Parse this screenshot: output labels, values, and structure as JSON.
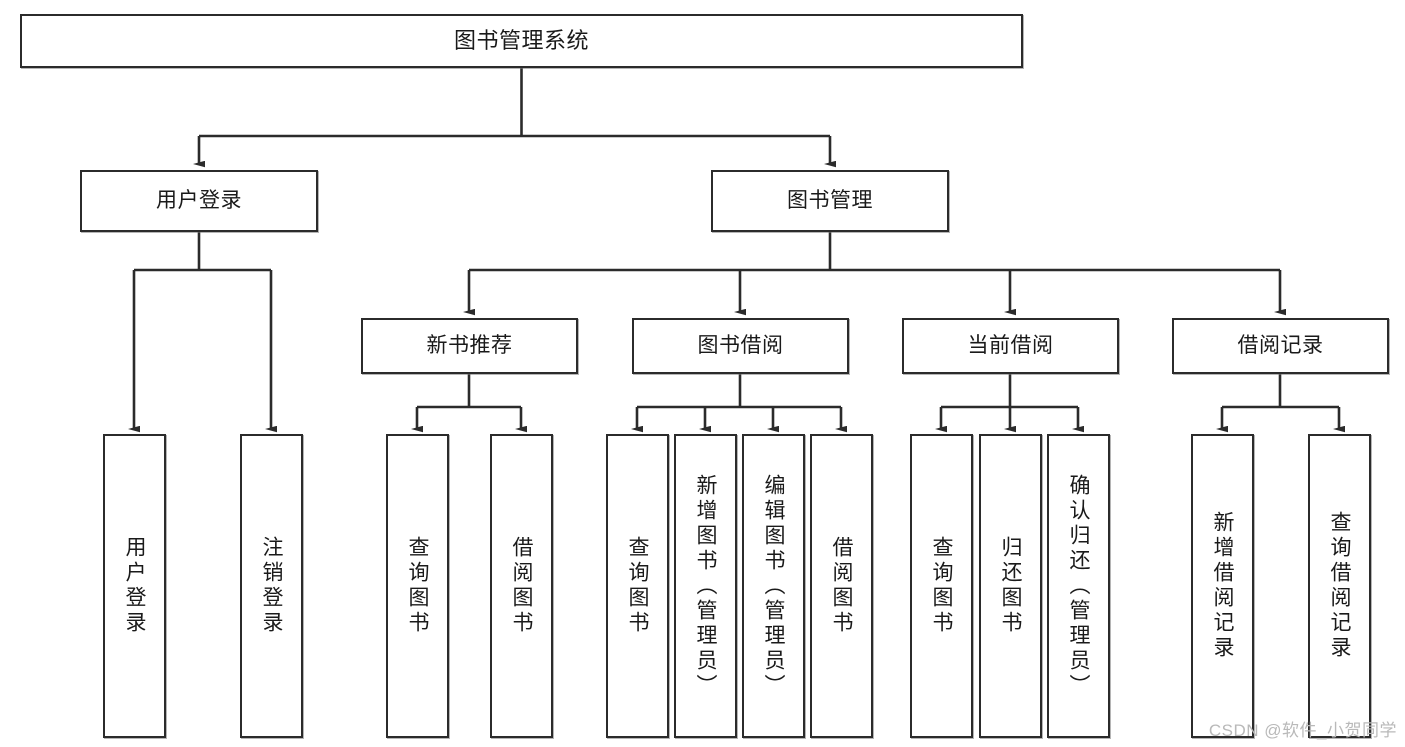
{
  "diagram": {
    "title": "图书管理系统",
    "type": "hierarchy-tree",
    "colors": {
      "box_stroke": "#2b2b2b",
      "box_fill": "#ffffff",
      "connector": "#2b2b2b",
      "text": "#1a1a1a",
      "watermark": "#b9b9b9"
    },
    "root": {
      "label": "图书管理系统"
    },
    "level2": [
      {
        "label": "用户登录"
      },
      {
        "label": "图书管理"
      }
    ],
    "level3": [
      {
        "label": "新书推荐"
      },
      {
        "label": "图书借阅"
      },
      {
        "label": "当前借阅"
      },
      {
        "label": "借阅记录"
      }
    ],
    "leaves": {
      "user_login": [
        {
          "label": "用户登录"
        },
        {
          "label": "注销登录"
        }
      ],
      "new_book": [
        {
          "label": "查询图书"
        },
        {
          "label": "借阅图书"
        }
      ],
      "book_borrow": [
        {
          "label": "查询图书"
        },
        {
          "label": "新增图书（管理员）"
        },
        {
          "label": "编辑图书（管理员）"
        },
        {
          "label": "借阅图书"
        }
      ],
      "current_borrow": [
        {
          "label": "查询图书"
        },
        {
          "label": "归还图书"
        },
        {
          "label": "确认归还（管理员）"
        }
      ],
      "borrow_record": [
        {
          "label": "新增借阅记录"
        },
        {
          "label": "查询借阅记录"
        }
      ]
    }
  },
  "watermark": {
    "text": "CSDN @软件_小贺同学"
  }
}
